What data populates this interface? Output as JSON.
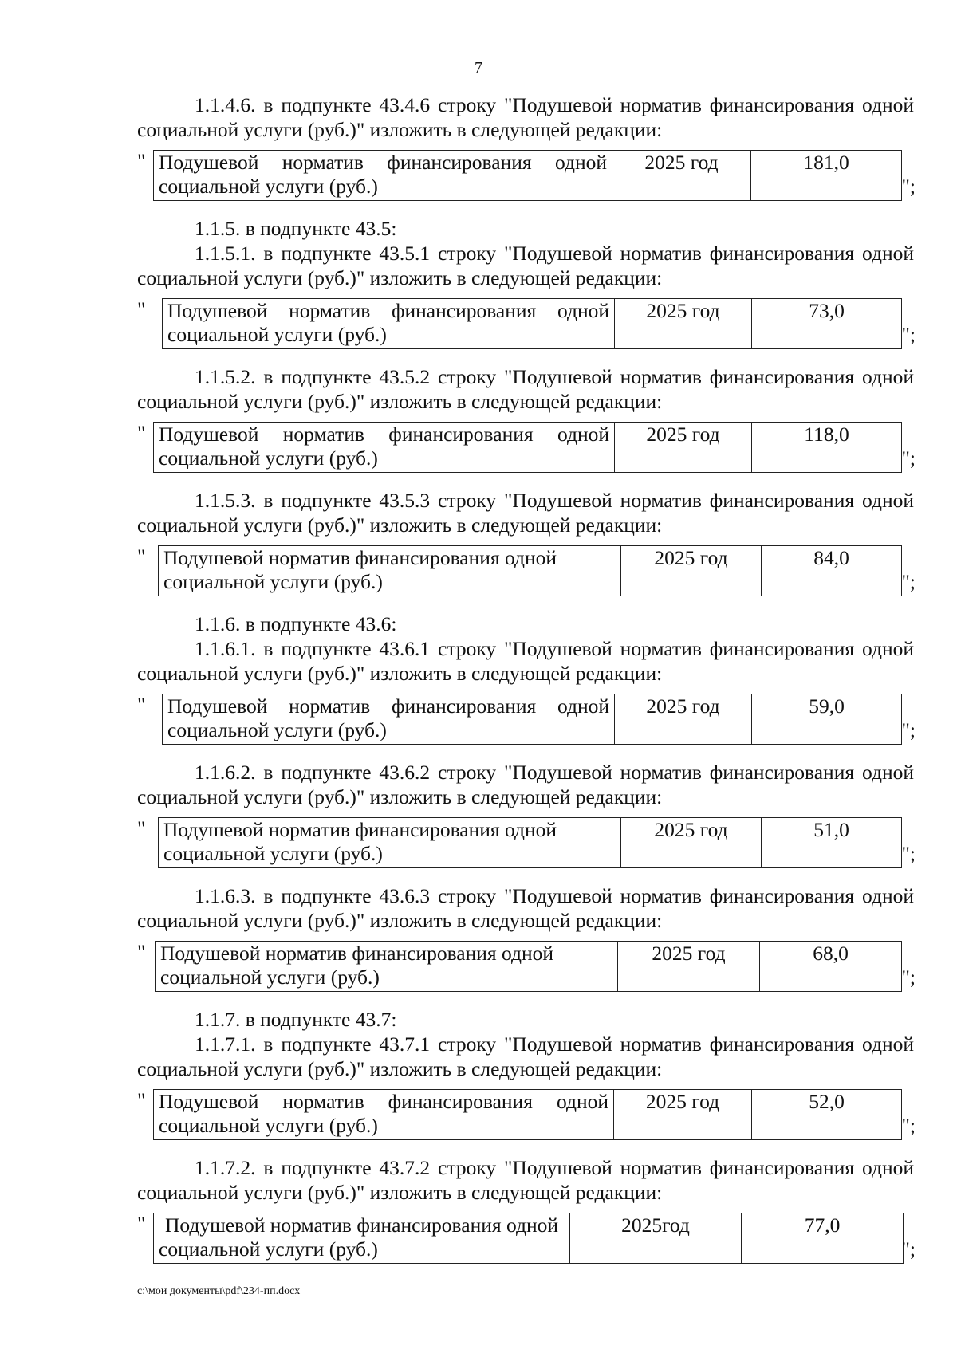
{
  "page_number": "7",
  "entries": [
    {
      "kind": "item",
      "text": "1.1.4.6. в подпункте 43.4.6 строку \"Подушевой норматив финансирования одной социальной услуги (руб.)\" изложить в следующей редакции:"
    },
    {
      "kind": "table",
      "label": "Подушевой норматив финансирования одной социальной услуги (руб.)",
      "year": "2025 год",
      "value": "181,0"
    },
    {
      "kind": "sub",
      "text": "1.1.5. в подпункте 43.5:"
    },
    {
      "kind": "item",
      "text": "1.1.5.1. в подпункте 43.5.1 строку \"Подушевой норматив финансирования одной социальной услуги (руб.)\" изложить в следующей редакции:"
    },
    {
      "kind": "table",
      "label": "Подушевой норматив финансирования одной социальной услуги (руб.)",
      "year": "2025 год",
      "value": "73,0"
    },
    {
      "kind": "item",
      "text": "1.1.5.2. в подпункте 43.5.2 строку \"Подушевой норматив финансирования одной социальной услуги (руб.)\" изложить в следующей редакции:"
    },
    {
      "kind": "table",
      "label": "Подушевой норматив финансирования одной социальной услуги (руб.)",
      "year": "2025 год",
      "value": "118,0"
    },
    {
      "kind": "item",
      "text": "1.1.5.3. в подпункте 43.5.3 строку \"Подушевой норматив финансирования одной социальной услуги (руб.)\" изложить в следующей редакции:"
    },
    {
      "kind": "table",
      "label": "Подушевой норматив финансирования одной социальной услуги (руб.)",
      "year": "2025 год",
      "value": "84,0"
    },
    {
      "kind": "sub",
      "text": "1.1.6. в подпункте 43.6:"
    },
    {
      "kind": "item",
      "text": "1.1.6.1. в подпункте 43.6.1 строку \"Подушевой норматив финансирования одной социальной услуги (руб.)\" изложить в следующей редакции:"
    },
    {
      "kind": "table",
      "label": "Подушевой норматив финансирования одной социальной услуги (руб.)",
      "year": "2025 год",
      "value": "59,0"
    },
    {
      "kind": "item",
      "text": "1.1.6.2. в подпункте 43.6.2 строку \"Подушевой норматив финансирования одной социальной услуги (руб.)\" изложить в следующей редакции:"
    },
    {
      "kind": "table",
      "label": "Подушевой норматив финансирования одной социальной услуги (руб.)",
      "year": "2025 год",
      "value": "51,0"
    },
    {
      "kind": "item",
      "text": "1.1.6.3. в подпункте 43.6.3 строку \"Подушевой норматив финансирования одной социальной услуги (руб.)\" изложить в следующей редакции:"
    },
    {
      "kind": "table",
      "label": "Подушевой норматив финансирования одной социальной услуги (руб.)",
      "year": "2025 год",
      "value": "68,0"
    },
    {
      "kind": "sub",
      "text": "1.1.7. в подпункте 43.7:"
    },
    {
      "kind": "item",
      "text": "1.1.7.1. в подпункте 43.7.1 строку \"Подушевой норматив финансирования одной социальной услуги (руб.)\" изложить в следующей редакции:"
    },
    {
      "kind": "table",
      "label": "Подушевой норматив финансирования одной социальной услуги (руб.)",
      "year": "2025 год",
      "value": "52,0"
    },
    {
      "kind": "item",
      "text": "1.1.7.2. в подпункте 43.7.2 строку \"Подушевой норматив финансирования одной социальной услуги (руб.)\" изложить в следующей редакции:"
    },
    {
      "kind": "table",
      "label": "Подушевой норматив финансирования одной социальной услуги (руб.)",
      "year": "2025год",
      "value": "77,0"
    }
  ],
  "quote_open": "\"",
  "quote_close": "\";",
  "footer_path": "c:\\мои документы\\pdf\\234-пп.docx"
}
